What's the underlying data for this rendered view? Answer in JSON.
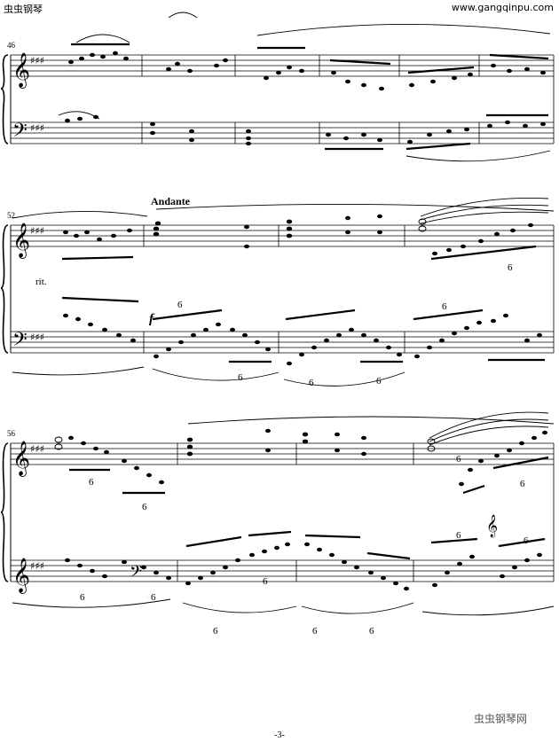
{
  "header": {
    "site_left": "虫虫钢琴",
    "site_right": "www.gangqinpu.com"
  },
  "systems": [
    {
      "measure_number": "46"
    },
    {
      "measure_number": "52"
    },
    {
      "measure_number": "56"
    }
  ],
  "markings": {
    "tempo": "Andante",
    "ritardando": "rit.",
    "dynamic": "f",
    "tuplet": "6"
  },
  "footer": {
    "page_number": "-3-",
    "watermark": "虫虫钢琴网"
  }
}
